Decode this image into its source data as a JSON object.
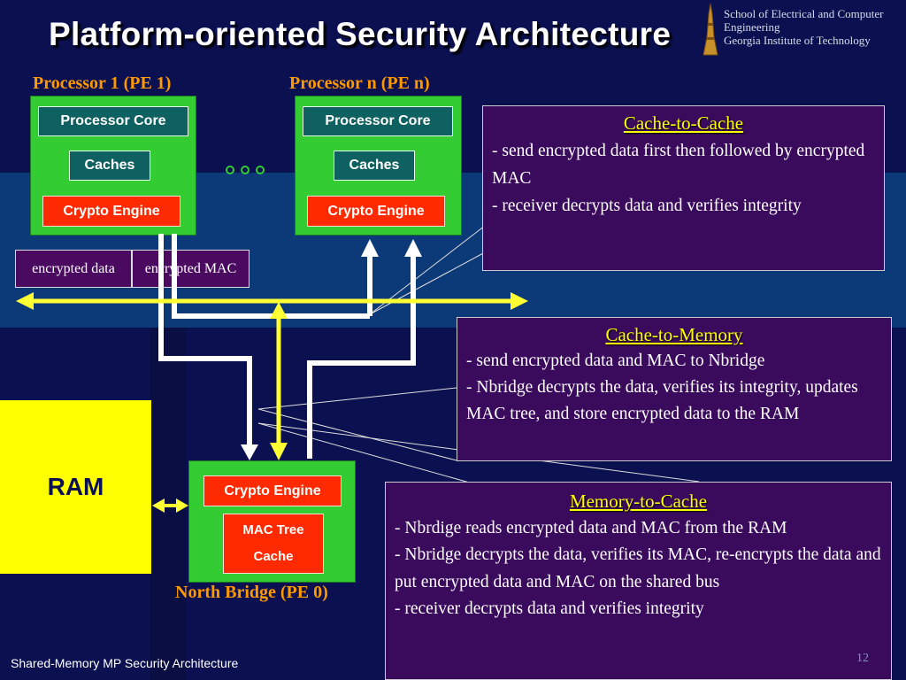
{
  "slide": {
    "title": "Platform-oriented Security Architecture",
    "logo_text": "School of Electrical and Computer Engineering\nGeorgia Institute of Technology",
    "footer": "Shared-Memory MP Security Architecture",
    "page_number": "12"
  },
  "processors": [
    {
      "label": "Processor 1 (PE 1)",
      "core": "Processor Core",
      "caches": "Caches",
      "crypto": "Crypto Engine"
    },
    {
      "label": "Processor n (PE n)",
      "core": "Processor Core",
      "caches": "Caches",
      "crypto": "Crypto Engine"
    }
  ],
  "bus_packet": {
    "data": "encrypted data",
    "mac": "encrypted MAC"
  },
  "north_bridge": {
    "label": "North Bridge (PE 0)",
    "crypto": "Crypto Engine",
    "mac_tree": "MAC Tree",
    "cache": "Cache"
  },
  "ram": {
    "label": "RAM"
  },
  "callouts": {
    "c2c": {
      "heading": "Cache-to-Cache",
      "lines": [
        "- send encrypted data first then followed by encrypted MAC",
        "- receiver decrypts data and verifies integrity"
      ]
    },
    "c2m": {
      "heading": "Cache-to-Memory",
      "lines": [
        "- send encrypted data and MAC to Nbridge",
        "- Nbridge decrypts the data, verifies its integrity, updates MAC tree, and store encrypted data to the RAM"
      ]
    },
    "m2c": {
      "heading": "Memory-to-Cache",
      "lines": [
        "- Nbrdige reads encrypted data and MAC from the RAM",
        "- Nbridge decrypts the data, verifies its MAC, re-encrypts the data and put encrypted data and MAC on the shared bus",
        "- receiver decrypts data and verifies integrity"
      ]
    }
  },
  "colors": {
    "background": "#0b1050",
    "title": "#ffffff",
    "pe_label": "#ff9900",
    "green_box": "#33cc33",
    "teal": "#0f6060",
    "crypto_red": "#ff2a00",
    "bus_yellow": "#ffff33",
    "callout_bg": "#3a0a5c",
    "callout_heading": "#ffff00",
    "ram": "#ffff00"
  },
  "icons": {
    "ellipsis": "three-green-dots",
    "logo": "tower-icon"
  }
}
